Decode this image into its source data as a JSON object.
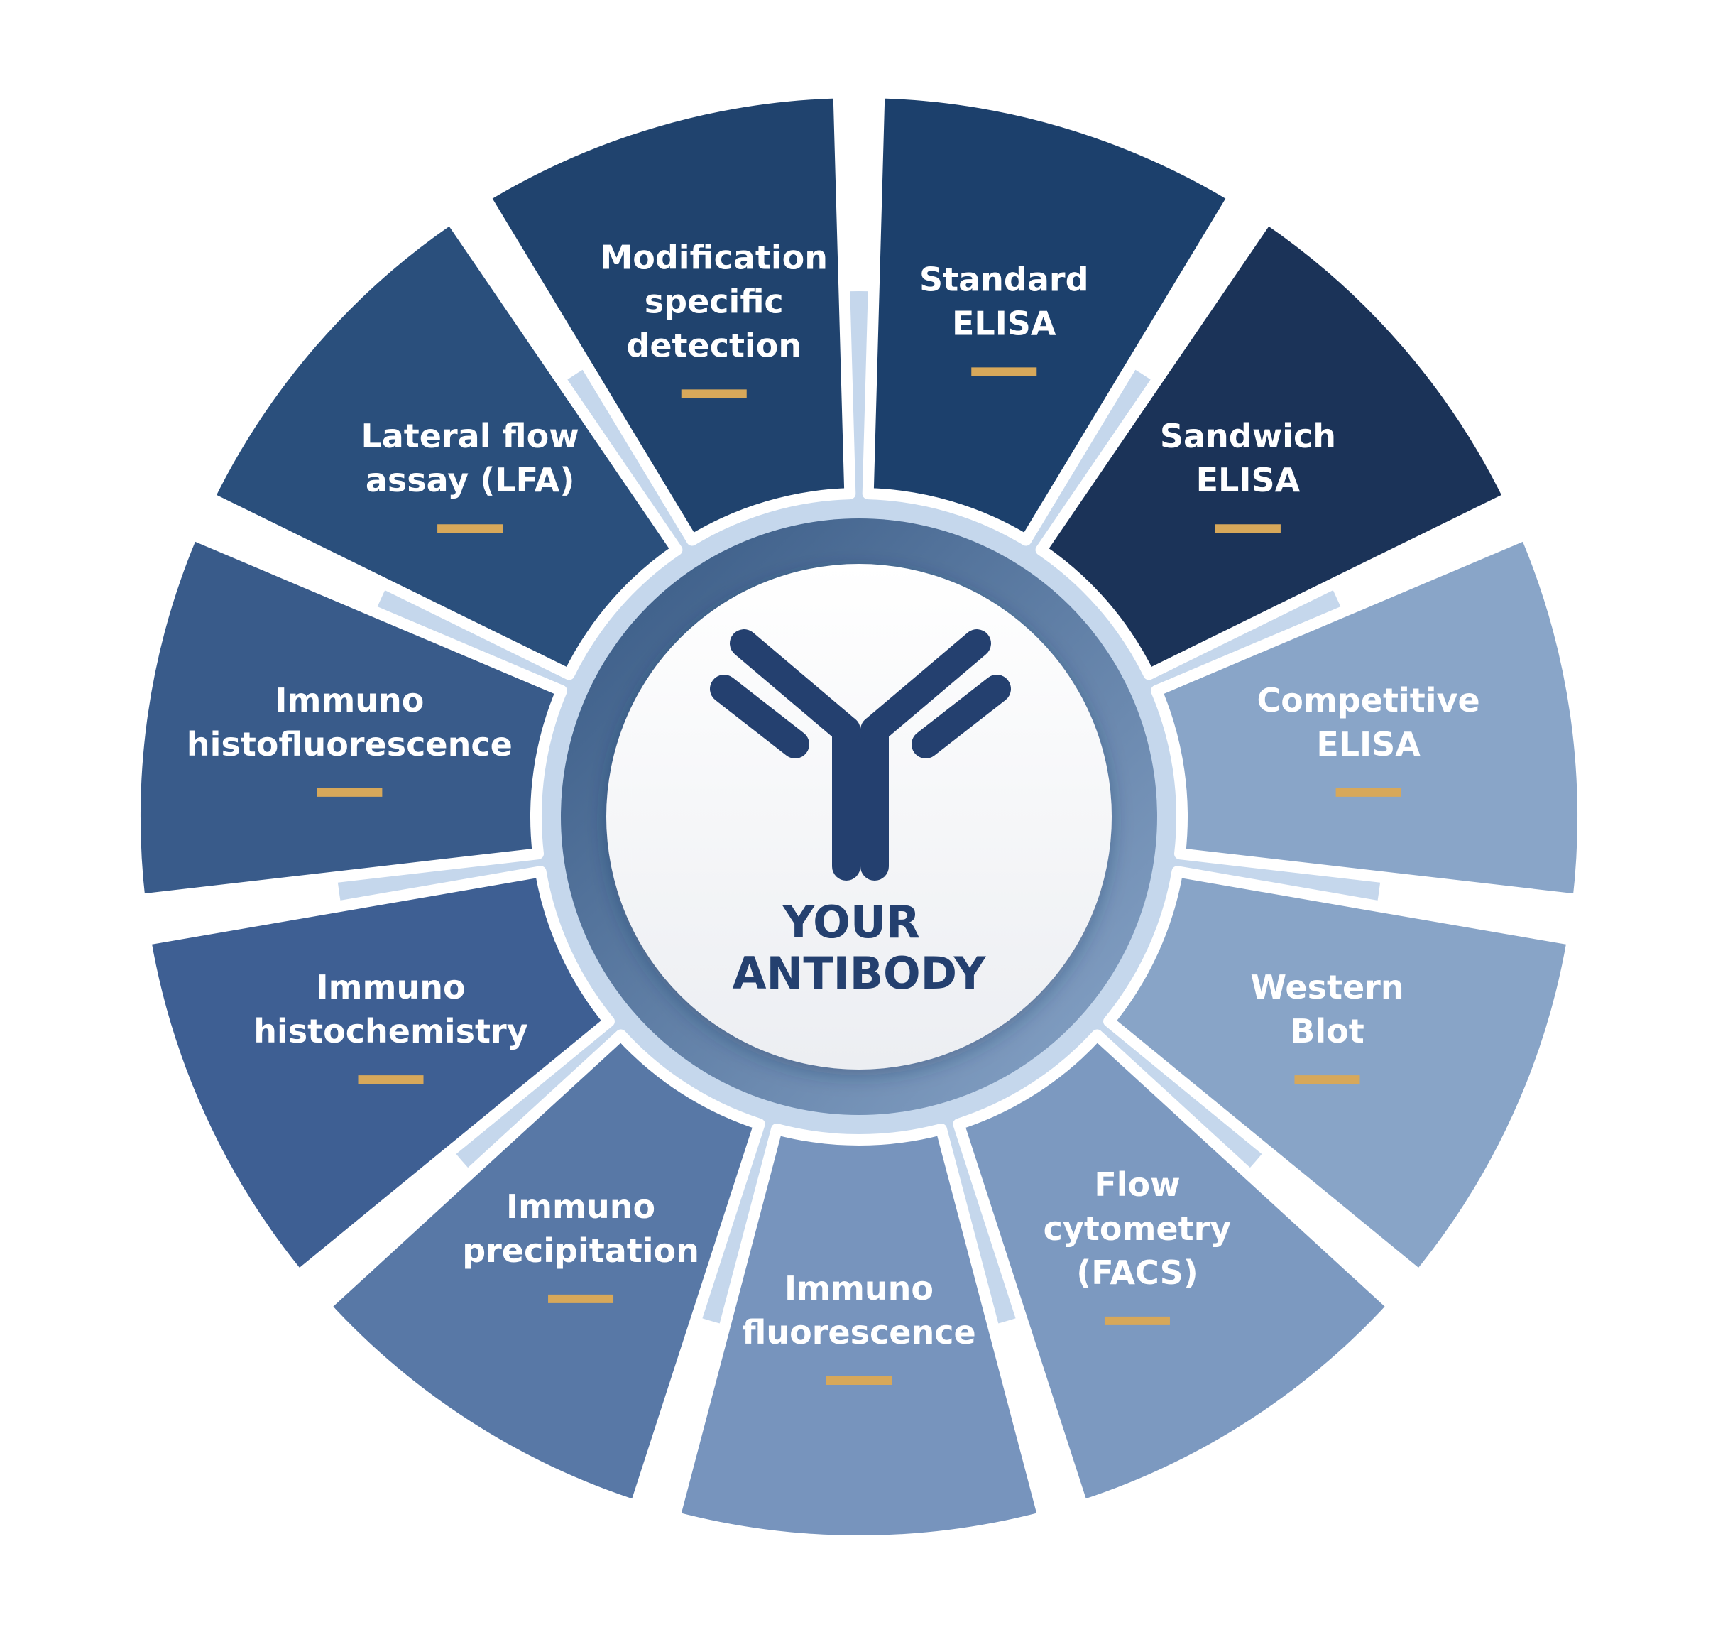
{
  "center": {
    "title_lines": [
      "YOUR",
      "ANTIBODY"
    ],
    "icon": "antibody-icon"
  },
  "segments": [
    {
      "id": "standard-elisa",
      "lines": [
        "Standard",
        "ELISA"
      ],
      "color": "#1c406c"
    },
    {
      "id": "sandwich-elisa",
      "lines": [
        "Sandwich",
        "ELISA"
      ],
      "color": "#1b3358"
    },
    {
      "id": "competitive-elisa",
      "lines": [
        "Competitive",
        "ELISA"
      ],
      "color": "#89a5c8"
    },
    {
      "id": "western-blot",
      "lines": [
        "Western",
        "Blot"
      ],
      "color": "#88a4c7"
    },
    {
      "id": "flow-cytometry",
      "lines": [
        "Flow",
        "cytometry",
        "(FACS)"
      ],
      "color": "#7c99c0"
    },
    {
      "id": "immuno-fluorescence",
      "lines": [
        "Immuno",
        "fluorescence"
      ],
      "color": "#7794bd"
    },
    {
      "id": "immuno-precipitation",
      "lines": [
        "Immuno",
        "precipitation"
      ],
      "color": "#5878a6"
    },
    {
      "id": "immuno-histochemistry",
      "lines": [
        "Immuno",
        "histochemistry"
      ],
      "color": "#3e5f93"
    },
    {
      "id": "immuno-histofluorescence",
      "lines": [
        "Immuno",
        "histofluorescence"
      ],
      "color": "#395b8a"
    },
    {
      "id": "lateral-flow-assay",
      "lines": [
        "Lateral flow",
        "assay (LFA)"
      ],
      "color": "#2a4f7c"
    },
    {
      "id": "modification-specific-detection",
      "lines": [
        "Modification",
        "specific",
        "detection"
      ],
      "color": "#20436e"
    }
  ],
  "colors": {
    "ring_light": "#c5d7ec",
    "accent": "#d7a85a",
    "center_text": "#24406f"
  }
}
